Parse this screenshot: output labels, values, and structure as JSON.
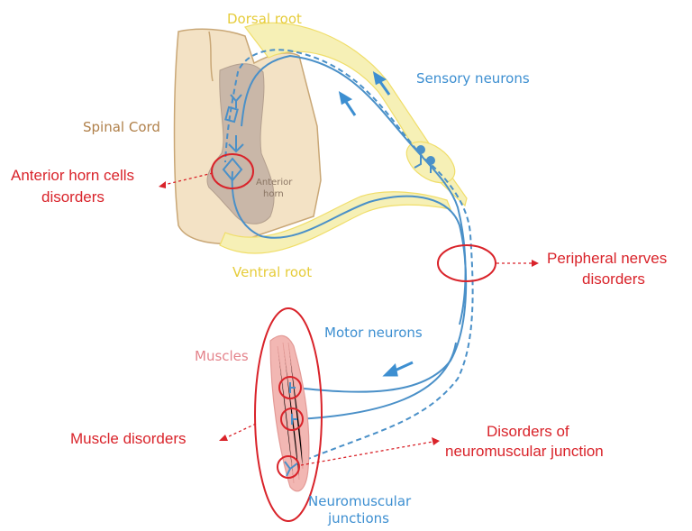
{
  "labels": {
    "dorsal_root": "Dorsal root",
    "sensory_neurons": "Sensory neurons",
    "spinal_cord": "Spinal Cord",
    "anterior_horn_line1": "Anterior",
    "anterior_horn_line2": "horn",
    "ventral_root": "Ventral root",
    "motor_neurons": "Motor neurons",
    "muscles": "Muscles",
    "neuromuscular_junctions_line1": "Neuromuscular",
    "neuromuscular_junctions_line2": "junctions"
  },
  "disorders": {
    "anterior_horn_line1": "Anterior horn cells",
    "anterior_horn_line2": "disorders",
    "peripheral_line1": "Peripheral nerves",
    "peripheral_line2": "disorders",
    "muscle": "Muscle disorders",
    "nmj_line1": "Disorders of",
    "nmj_line2": "neuromuscular junction"
  },
  "colors": {
    "nerve_blue": "#4a90c8",
    "label_blue": "#3d8fd1",
    "yellow_sheath": "#f6f0b6",
    "yellow_outline": "#f0de6a",
    "yellow_text": "#e6cc3a",
    "cord_fill": "#f3e2c5",
    "cord_outline": "#c9a776",
    "grey_matter": "#c9b7a8",
    "cord_text": "#b0804a",
    "disorder_red": "#d9232a",
    "muscle_pink": "#f2b7b3",
    "muscle_text": "#e4838b"
  }
}
